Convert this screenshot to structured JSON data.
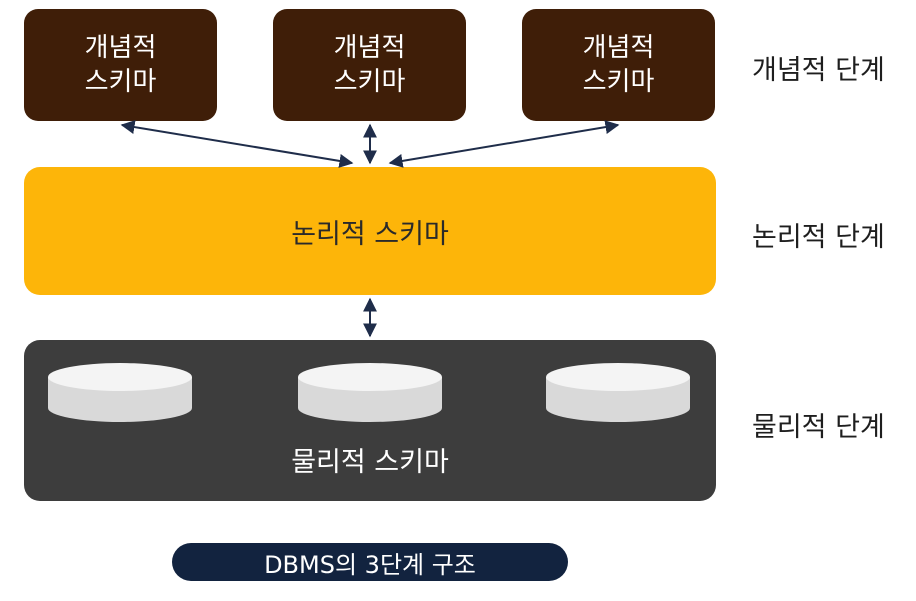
{
  "conceptual_schemas": [
    {
      "line1": "개념적",
      "line2": "스키마"
    },
    {
      "line1": "개념적",
      "line2": "스키마"
    },
    {
      "line1": "개념적",
      "line2": "스키마"
    }
  ],
  "logical_schema": {
    "label": "논리적 스키마"
  },
  "physical_schema": {
    "label": "물리적 스키마",
    "disk_count": 3
  },
  "levels": {
    "conceptual": "개념적 단계",
    "logical": "논리적 단계",
    "physical": "물리적 단계"
  },
  "caption": "DBMS의 3단계 구조",
  "colors": {
    "conceptual": "#3f1e08",
    "logical": "#fdb509",
    "physical": "#3d3d3d",
    "caption": "#12233f",
    "arrow": "#1f2d4a"
  }
}
